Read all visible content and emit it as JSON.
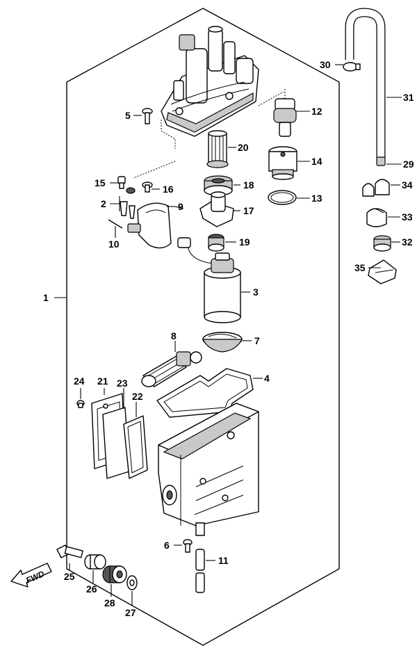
{
  "diagram": {
    "callouts": [
      "1",
      "2",
      "3",
      "4",
      "5",
      "6",
      "7",
      "8",
      "9",
      "10",
      "11",
      "12",
      "13",
      "14",
      "15",
      "16",
      "17",
      "18",
      "19",
      "20",
      "21",
      "22",
      "23",
      "24",
      "25",
      "26",
      "27",
      "28",
      "29",
      "30",
      "31",
      "32",
      "33",
      "34",
      "35"
    ],
    "direction_label": "FWD"
  }
}
